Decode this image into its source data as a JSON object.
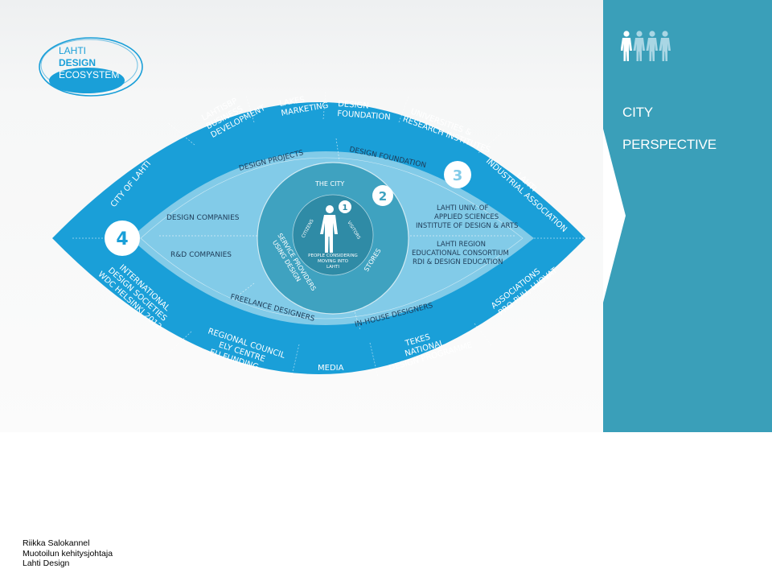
{
  "logo": {
    "lines": [
      "LAHTI",
      "DESIGN",
      "ECOSYSTEM"
    ]
  },
  "panel": {
    "title_lines": [
      "CITY",
      "PERSPECTIVE"
    ],
    "figure_count": 4,
    "highlighted_figures": 1
  },
  "diagram": {
    "ring_numbers": {
      "one": "1",
      "two": "2",
      "three": "3",
      "four": "4"
    },
    "outer_ring": {
      "lahtisbp": [
        "LAHTISBP",
        "BUSINESS",
        "DEVELOPMENT"
      ],
      "lakes": [
        "LAKES",
        "MARKETING"
      ],
      "design_foundation": [
        "DESIGN",
        "FOUNDATION"
      ],
      "universities": [
        "UNIVERSITIES &",
        "RESEARCH INSTITUTES"
      ],
      "industrial": [
        "LAHTI",
        "INDUSTRIAL ASSOCIATION"
      ],
      "city_of_lahti": [
        "CITY OF LAHTI"
      ],
      "international": [
        "INTERNATIONAL",
        "DESIGN SOCIETIES",
        "WDC HELSINKI 2012"
      ],
      "regional": [
        "REGIONAL COUNCIL",
        "ELY CENTRE",
        "EU FUNDING"
      ],
      "media": [
        "MEDIA"
      ],
      "tekes": [
        "TEKES",
        "NATIONAL",
        "DESIGN PROGRAMME"
      ],
      "associations": [
        "ASSOCIATIONS",
        "PRO PUU, LUOVAT"
      ]
    },
    "middle_ring": {
      "design_projects": "DESIGN PROJECTS",
      "design_foundation": "DESIGN FOUNDATION",
      "design_companies": "DESIGN COMPANIES",
      "rd_companies": "R&D COMPANIES",
      "freelance": "FREELANCE DESIGNERS",
      "inhouse": "IN-HOUSE DESIGNERS",
      "lahti_univ": [
        "LAHTI UNIV. OF",
        "APPLIED SCIENCES",
        "INSTITUTE OF DESIGN & ARTS"
      ],
      "lahti_region": [
        "LAHTI REGION",
        "EDUCATIONAL CONSORTIUM",
        "RDI & DESIGN EDUCATION"
      ]
    },
    "inner_ring": {
      "the_city": "THE CITY",
      "service_providers": [
        "SERVICE PROVIDERS",
        "USING DESIGN"
      ],
      "stores": "STORES"
    },
    "core": {
      "citizens": "CITIZENS",
      "visitors": "VISITORS",
      "people_moving": [
        "PEOPLE CONSIDERING",
        "MOVING INTO",
        "LAHTI"
      ]
    }
  },
  "colors": {
    "outer_ring": "#1a9fd8",
    "middle_ring": "#82cbe8",
    "inner_ring": "#3fa2c0",
    "core": "#2f8ba6",
    "panel": "#3a9fb9",
    "label_dark": "#1e3b57"
  },
  "footer": {
    "lines": [
      "Riikka Salokannel",
      "Muotoilun kehitysjohtaja",
      "Lahti Design"
    ]
  }
}
